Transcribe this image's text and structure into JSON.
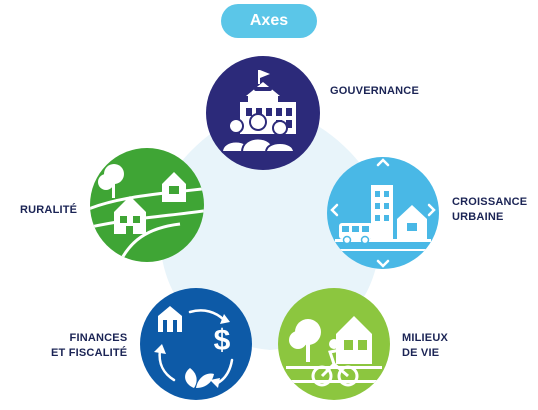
{
  "title": "Axes",
  "colors": {
    "pill": "#5bc6e8",
    "background_shape": "#e8f4fa",
    "label_text": "#1b2455"
  },
  "axes": [
    {
      "label_line1": "GOUVERNANCE",
      "label_line2": "",
      "color": "#2c2a7a",
      "icon": "city-hall-and-people-icon"
    },
    {
      "label_line1": "CROISSANCE",
      "label_line2": "URBAINE",
      "color": "#49b8e6",
      "icon": "bus-and-buildings-icon"
    },
    {
      "label_line1": "MILIEUX",
      "label_line2": "DE VIE",
      "color": "#8cc63f",
      "icon": "cyclist-and-house-icon"
    },
    {
      "label_line1": "FINANCES",
      "label_line2": "ET FISCALITÉ",
      "color": "#0d5aa7",
      "icon": "finance-cycle-icon"
    },
    {
      "label_line1": "RURALITÉ",
      "label_line2": "",
      "color": "#3fa535",
      "icon": "farm-and-fields-icon"
    }
  ]
}
